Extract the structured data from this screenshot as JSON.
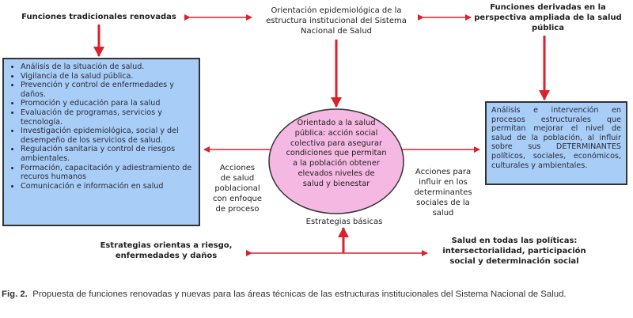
{
  "top": {
    "left_title": "Funciones tradicionales renovadas",
    "center_title": [
      "Orientación epidemiológica de la",
      "estructura institucional del Sistema",
      "Nacional de Salud"
    ],
    "right_title": [
      "Funciones derivadas en la",
      "perspectiva ampliada de la salud",
      "pública"
    ]
  },
  "left_box": {
    "items": [
      "Análisis de la situación de salud.",
      "Vigilancia de la salud pública.",
      "Prevención y control de enfermedades y daños.",
      "Promoción y educación para la salud",
      "Evaluación de programas, servicios y tecnología.",
      "Investigación epidemiológica, social y del desempeño de los servicios de salud.",
      "Regulación sanitaria y control de riesgos ambientales.",
      "Formación, capacitación y adiestramiento de recuros humanos",
      "Comunicación e información en salud"
    ]
  },
  "right_box": {
    "text": "Análisis e intervención en procesos estructurales que permitan mejorar el nivel de salud de la población, al influir sobre sus DETERMINANTES políticos, sociales, económicos, culturales y ambientales."
  },
  "center_ellipse": {
    "lines": [
      "Orientado a la salud",
      "pública: acción social",
      "colectiva para asegurar",
      "condiciones que permitan",
      "a la población obtener",
      "elevados niveles de",
      "salud y bienestar"
    ]
  },
  "labels": {
    "left_actions": [
      "Acciones",
      "de salud",
      "poblacional",
      "con enfoque",
      "de proceso"
    ],
    "right_actions": [
      "Acciones para",
      "influir en los",
      "determinantes",
      "sociales de la",
      "salud"
    ],
    "basic_strategies": "Estrategias básicas",
    "bottom_left": [
      "Estrategias orientas a riesgo,",
      "enfermedades y daños"
    ],
    "bottom_right": [
      "Salud en todas las políticas:",
      "intersectorialidad, participación",
      "social y determinación social"
    ]
  },
  "caption": {
    "label": "Fig. 2.",
    "text": "Propuesta de funciones renovadas y nuevas para las áreas técnicas de las estructuras institucionales del Sistema Nacional de Salud."
  },
  "colors": {
    "arrow": "#d8222c",
    "box": "#a8cdf6",
    "ellipse": "#f5b8e2"
  }
}
